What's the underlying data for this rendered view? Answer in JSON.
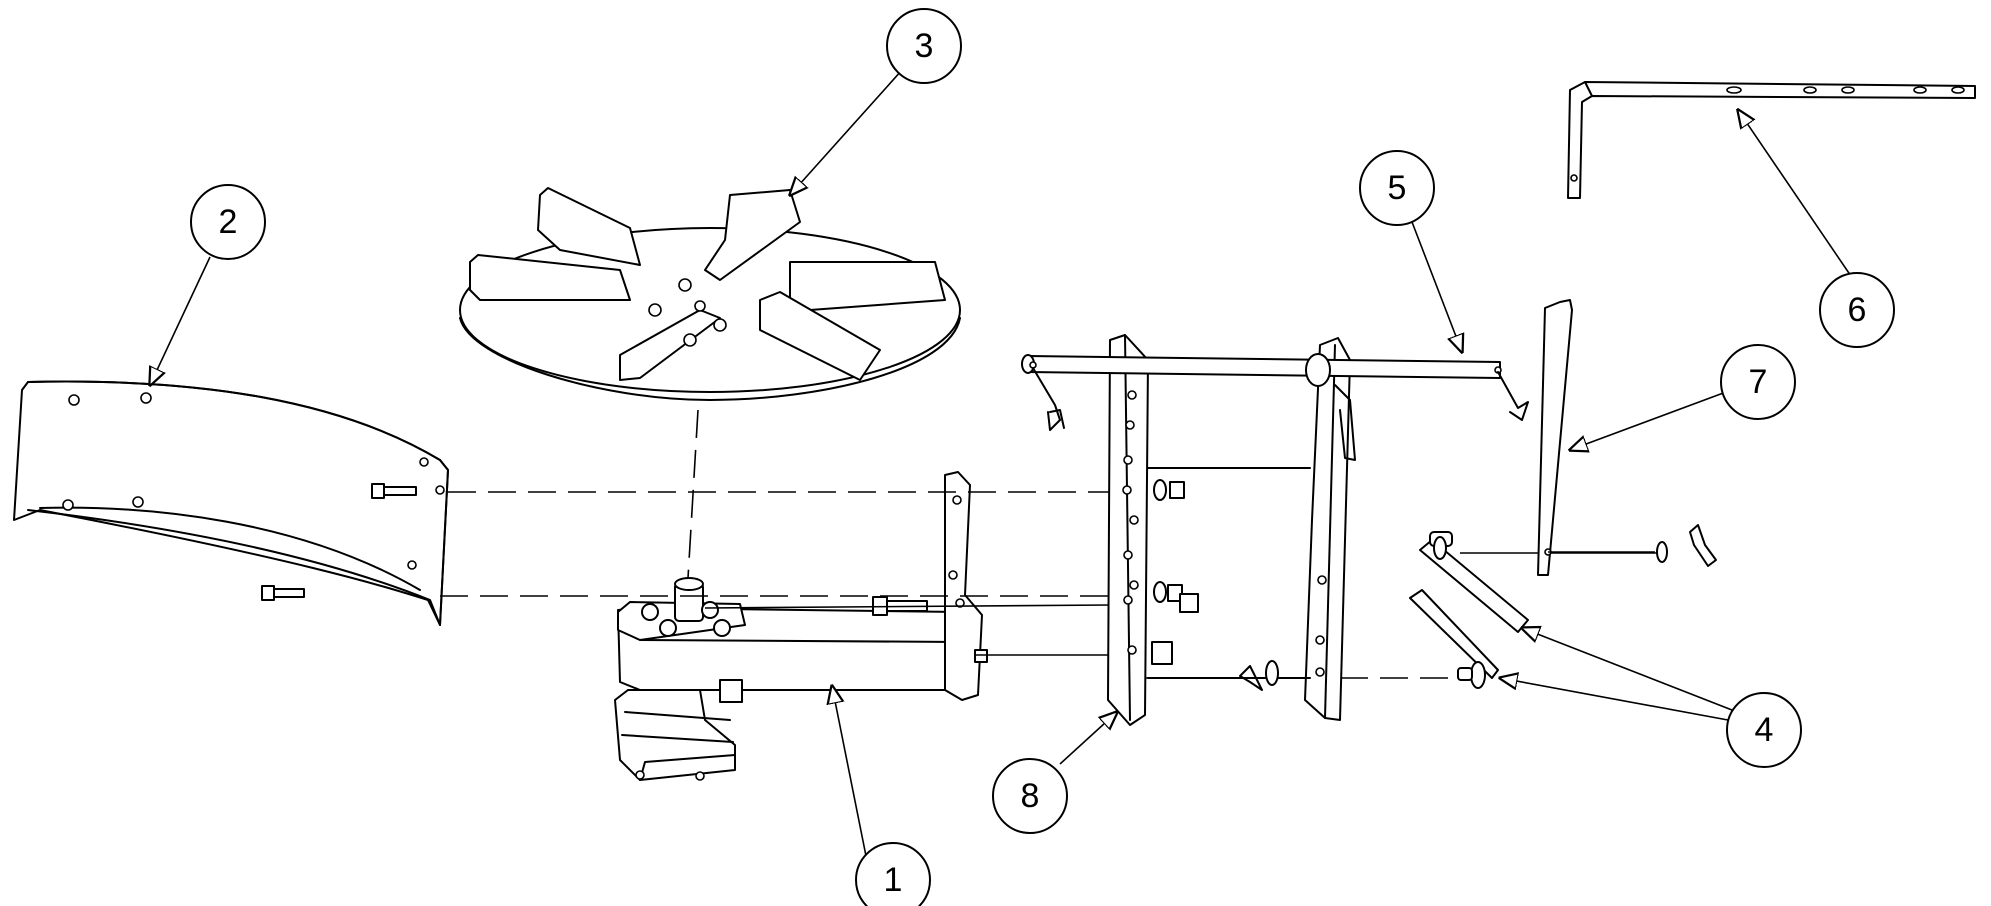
{
  "balloons": [
    {
      "label": "1"
    },
    {
      "label": "2"
    },
    {
      "label": "3"
    },
    {
      "label": "4"
    },
    {
      "label": "5"
    },
    {
      "label": "6"
    },
    {
      "label": "7"
    },
    {
      "label": "8"
    }
  ]
}
